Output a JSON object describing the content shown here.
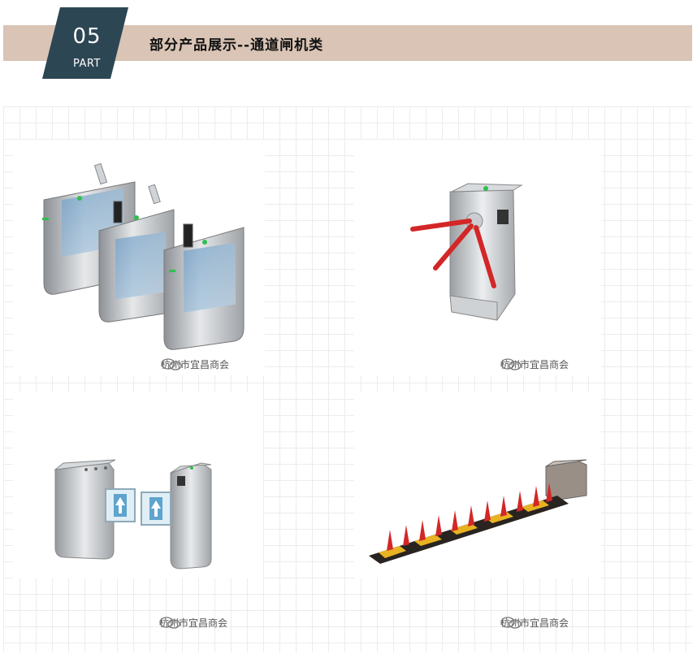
{
  "header": {
    "part_number": "05",
    "part_label": "PART",
    "title": "部分产品展示--通道闸机类"
  },
  "colors": {
    "header_bar": "#d9c4b5",
    "badge": "#2d4654",
    "grid_line": "#ececec"
  },
  "products": [
    {
      "icon": "swing-gate-image",
      "watermark": "杭州市宜昌商会"
    },
    {
      "icon": "tripod-turnstile-image",
      "watermark": "杭州市宜昌商会"
    },
    {
      "icon": "swing-barrier-image",
      "watermark": "杭州市宜昌商会"
    },
    {
      "icon": "road-spike-barrier-image",
      "watermark": "杭州市宜昌商会"
    }
  ]
}
